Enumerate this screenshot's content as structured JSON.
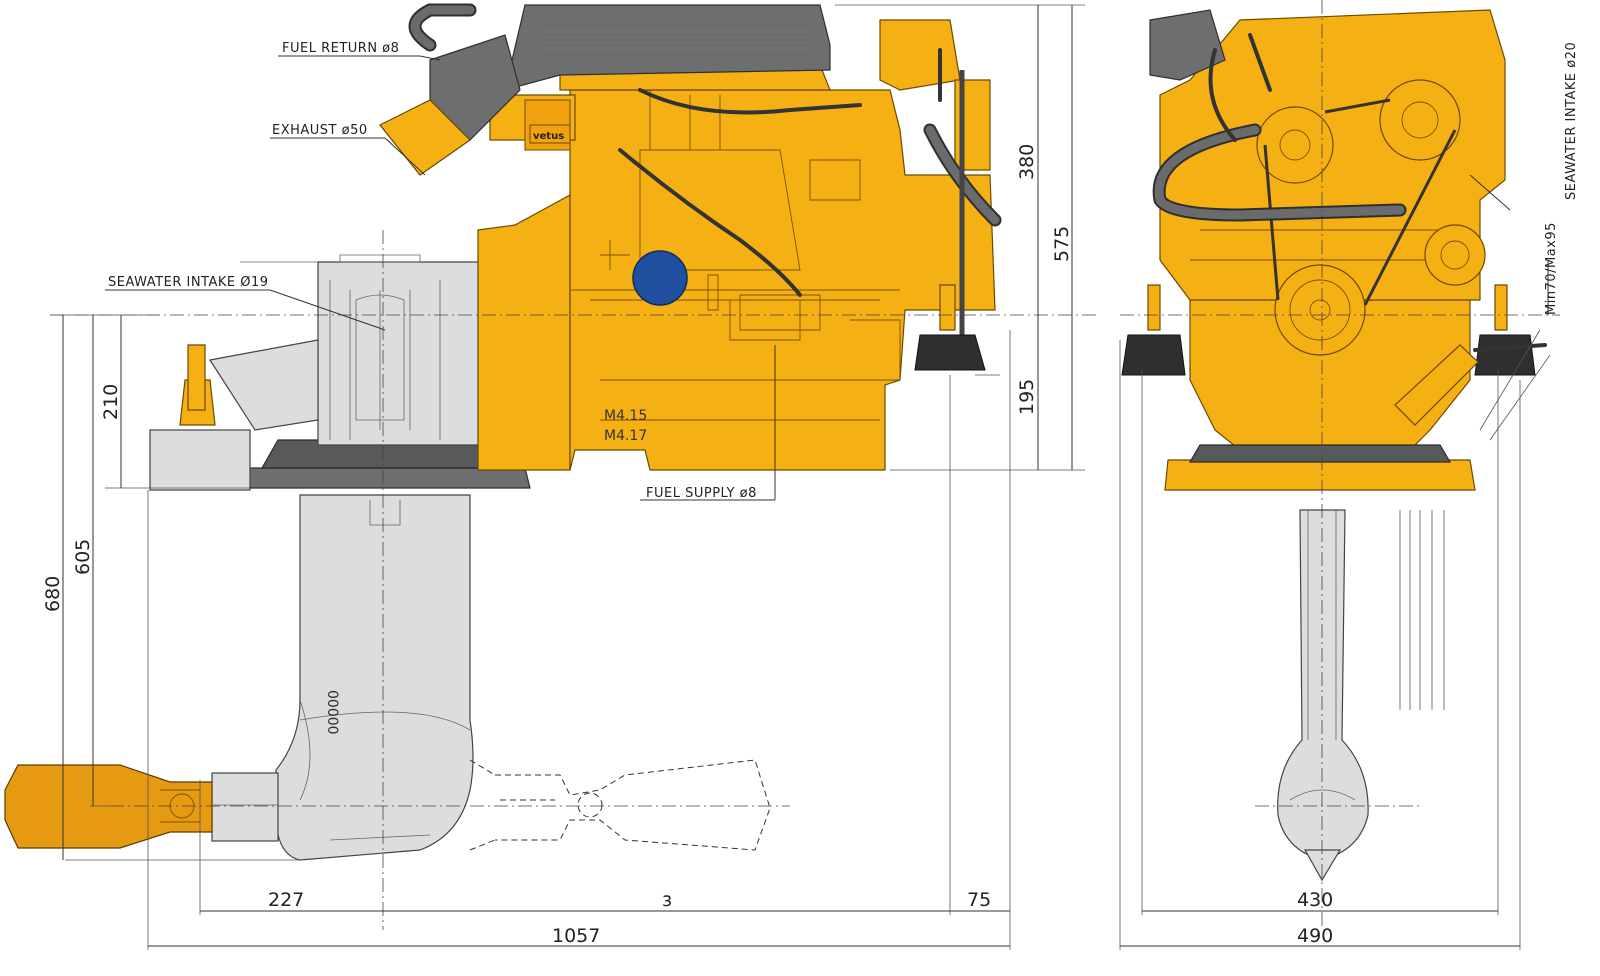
{
  "callouts": {
    "fuel_return": "FUEL RETURN ø8",
    "exhaust": "EXHAUST ø50",
    "seawater_intake_side": "SEAWATER INTAKE Ø19",
    "fuel_supply": "FUEL SUPPLY ø8",
    "seawater_intake_front": "SEAWATER INTAKE ø20",
    "min_max": "Min70/Max95"
  },
  "models": {
    "line1": "M4.15",
    "line2": "M4.17"
  },
  "brand": "vetus",
  "dimensions": {
    "d380": "380",
    "d575": "575",
    "d195": "195",
    "d210": "210",
    "d605": "605",
    "d680": "680",
    "d227": "227",
    "d75": "75",
    "d1057": "1057",
    "d430": "430",
    "d490": "490",
    "stray": "з"
  },
  "leg_code": "00000",
  "colors": {
    "engine": "#F5B014",
    "accent_grey": "#6d6e70",
    "leg": "#dcdddf",
    "filler_cap": "#1f4f9e"
  }
}
